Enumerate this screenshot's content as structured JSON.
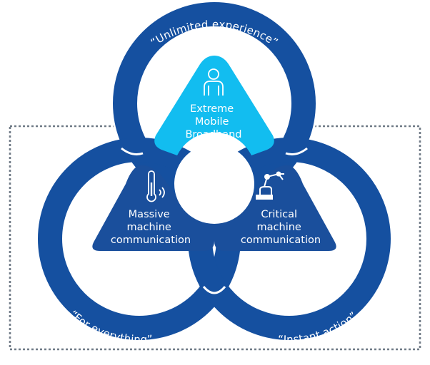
{
  "colors": {
    "ring": "#1550a0",
    "segment_dark": "#1a4f9c",
    "segment_light": "#12bdf0",
    "frame": "#6f7a86",
    "background": "#ffffff"
  },
  "rings": {
    "top": "“Unlimited experience”",
    "left": "“For everything”",
    "right": "“Instant action”"
  },
  "segments": {
    "top": {
      "icon": "person-icon",
      "lines": [
        "Extreme",
        "Mobile",
        "Broadband"
      ]
    },
    "left": {
      "icon": "thermometer-icon",
      "lines": [
        "Massive",
        "machine",
        "communication"
      ]
    },
    "right": {
      "icon": "robotic-arm-icon",
      "lines": [
        "Critical",
        "machine",
        "communication"
      ]
    }
  }
}
